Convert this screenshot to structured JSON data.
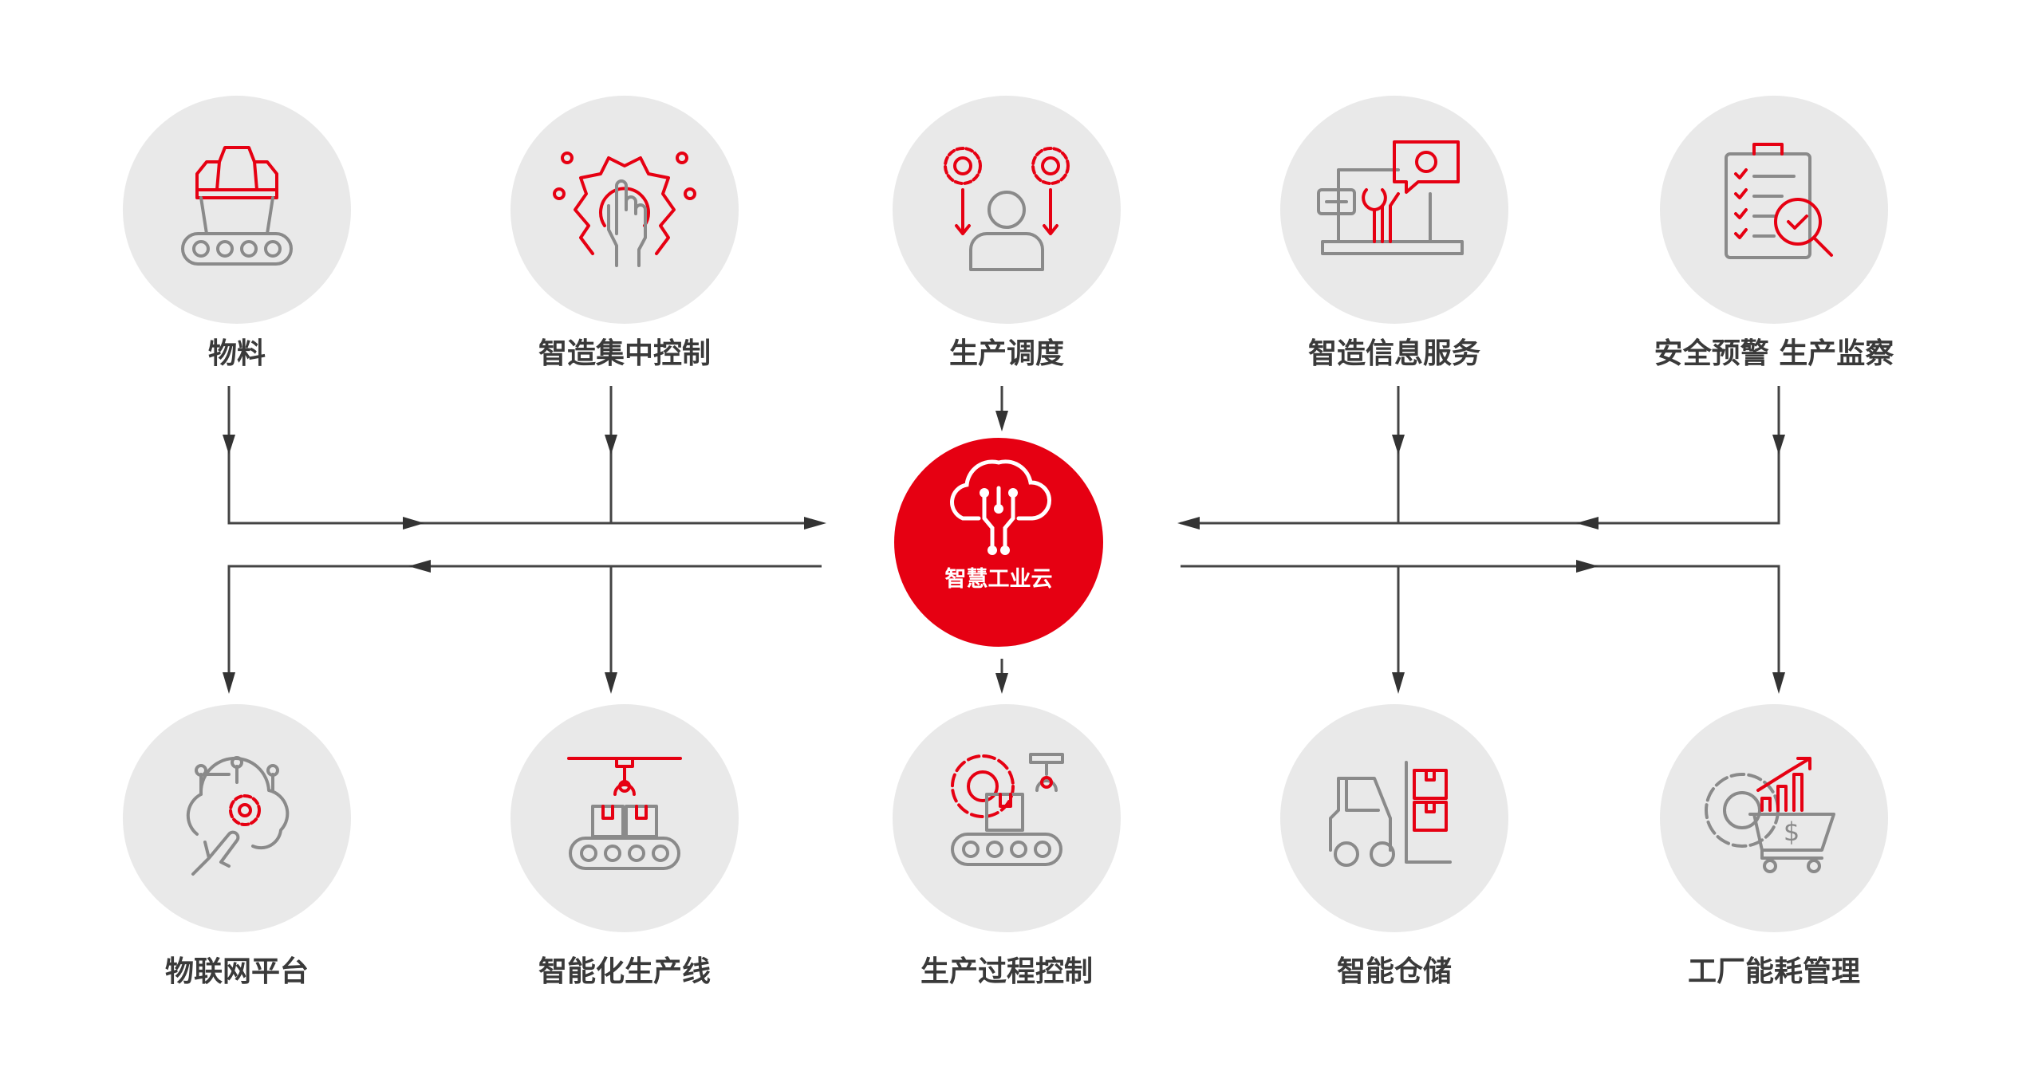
{
  "colors": {
    "accent": "#e60012",
    "node": "#e9e9e9",
    "line": "#444444",
    "icon_gray": "#8a8a8a"
  },
  "hub": {
    "label": "智慧工业云",
    "icon": "cloud-circuit-icon"
  },
  "inputs": [
    {
      "label": "物料",
      "icon": "material-conveyor-icon"
    },
    {
      "label": "智造集中控制",
      "icon": "gear-hand-icon"
    },
    {
      "label": "生产调度",
      "icon": "scheduling-person-icon"
    },
    {
      "label": "智造信息服务",
      "icon": "laptop-service-icon"
    },
    {
      "label": "安全预警 生产监察",
      "icon": "clipboard-inspect-icon"
    }
  ],
  "outputs": [
    {
      "label": "物联网平台",
      "icon": "iot-brain-icon"
    },
    {
      "label": "智能化生产线",
      "icon": "production-line-icon"
    },
    {
      "label": "生产过程控制",
      "icon": "process-control-icon"
    },
    {
      "label": "智能仓储",
      "icon": "forklift-icon"
    },
    {
      "label": "工厂能耗管理",
      "icon": "energy-cart-icon"
    }
  ]
}
